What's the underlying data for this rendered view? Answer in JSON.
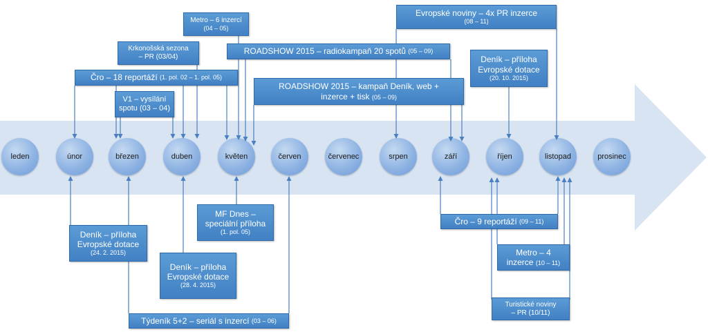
{
  "arrow_color": "#d9e4f3",
  "box_color": "#4f8fcf",
  "circle_color": "#8fb4e3",
  "connector_color": "#4a7fc0",
  "months": [
    "leden",
    "únor",
    "březen",
    "duben",
    "květen",
    "červen",
    "červenec",
    "srpen",
    "září",
    "říjen",
    "listopad",
    "prosinec"
  ],
  "boxes": {
    "metro6": {
      "line1": "Metro – 6 inzercí",
      "line2": "(04 – 05)"
    },
    "evropske_noviny": {
      "line1": "Evropské noviny – 4x PR inzerce",
      "line2": "(08 – 11)"
    },
    "krkonosska": {
      "line1": "Krkonošská sezona",
      "line2": "– PR (03/04)"
    },
    "roadshow_radio": {
      "main": "ROADSHOW 2015 – radiokampaň 20 spotů",
      "small": "(05 – 09)"
    },
    "denik_evropske_top": {
      "line1": "Deník – příloha",
      "line2": "Evropské dotace",
      "line3": "(20. 10. 2015)"
    },
    "cro18": {
      "main": "Čro – 18 reportáží",
      "small": "(1. pol. 02 – 1. pol. 05)"
    },
    "roadshow_kampan": {
      "line1": "ROADSHOW 2015 – kampaň Deník, web +",
      "line2": "inzerce + tisk",
      "small": "(05 – 09)"
    },
    "v1": {
      "line1": "V1 – vysílání",
      "line2": "spotu (03 – 04)"
    },
    "mf_dnes": {
      "line1": "MF Dnes –",
      "line2": "speciální příloha",
      "line3": "(1. pol. 05)"
    },
    "cro9": {
      "main": "Čro – 9 reportáží",
      "small": "(09 – 11)"
    },
    "denik_feb": {
      "line1": "Deník – příloha",
      "line2": "Evropské dotace",
      "line3": "(24. 2. 2015)"
    },
    "metro4": {
      "line1": "Metro – 4",
      "line2": "inzerce",
      "small": "(10 – 11)"
    },
    "denik_apr": {
      "line1": "Deník – příloha",
      "line2": "Evropské dotace",
      "line3": "(28. 4. 2015)"
    },
    "turisticke": {
      "line1": "Turistické noviny",
      "line2": "– PR (10/11)"
    },
    "tydenik": {
      "main": "Týdeník  5+2 – seriál s inzercí",
      "small": "(03 – 06)"
    }
  }
}
